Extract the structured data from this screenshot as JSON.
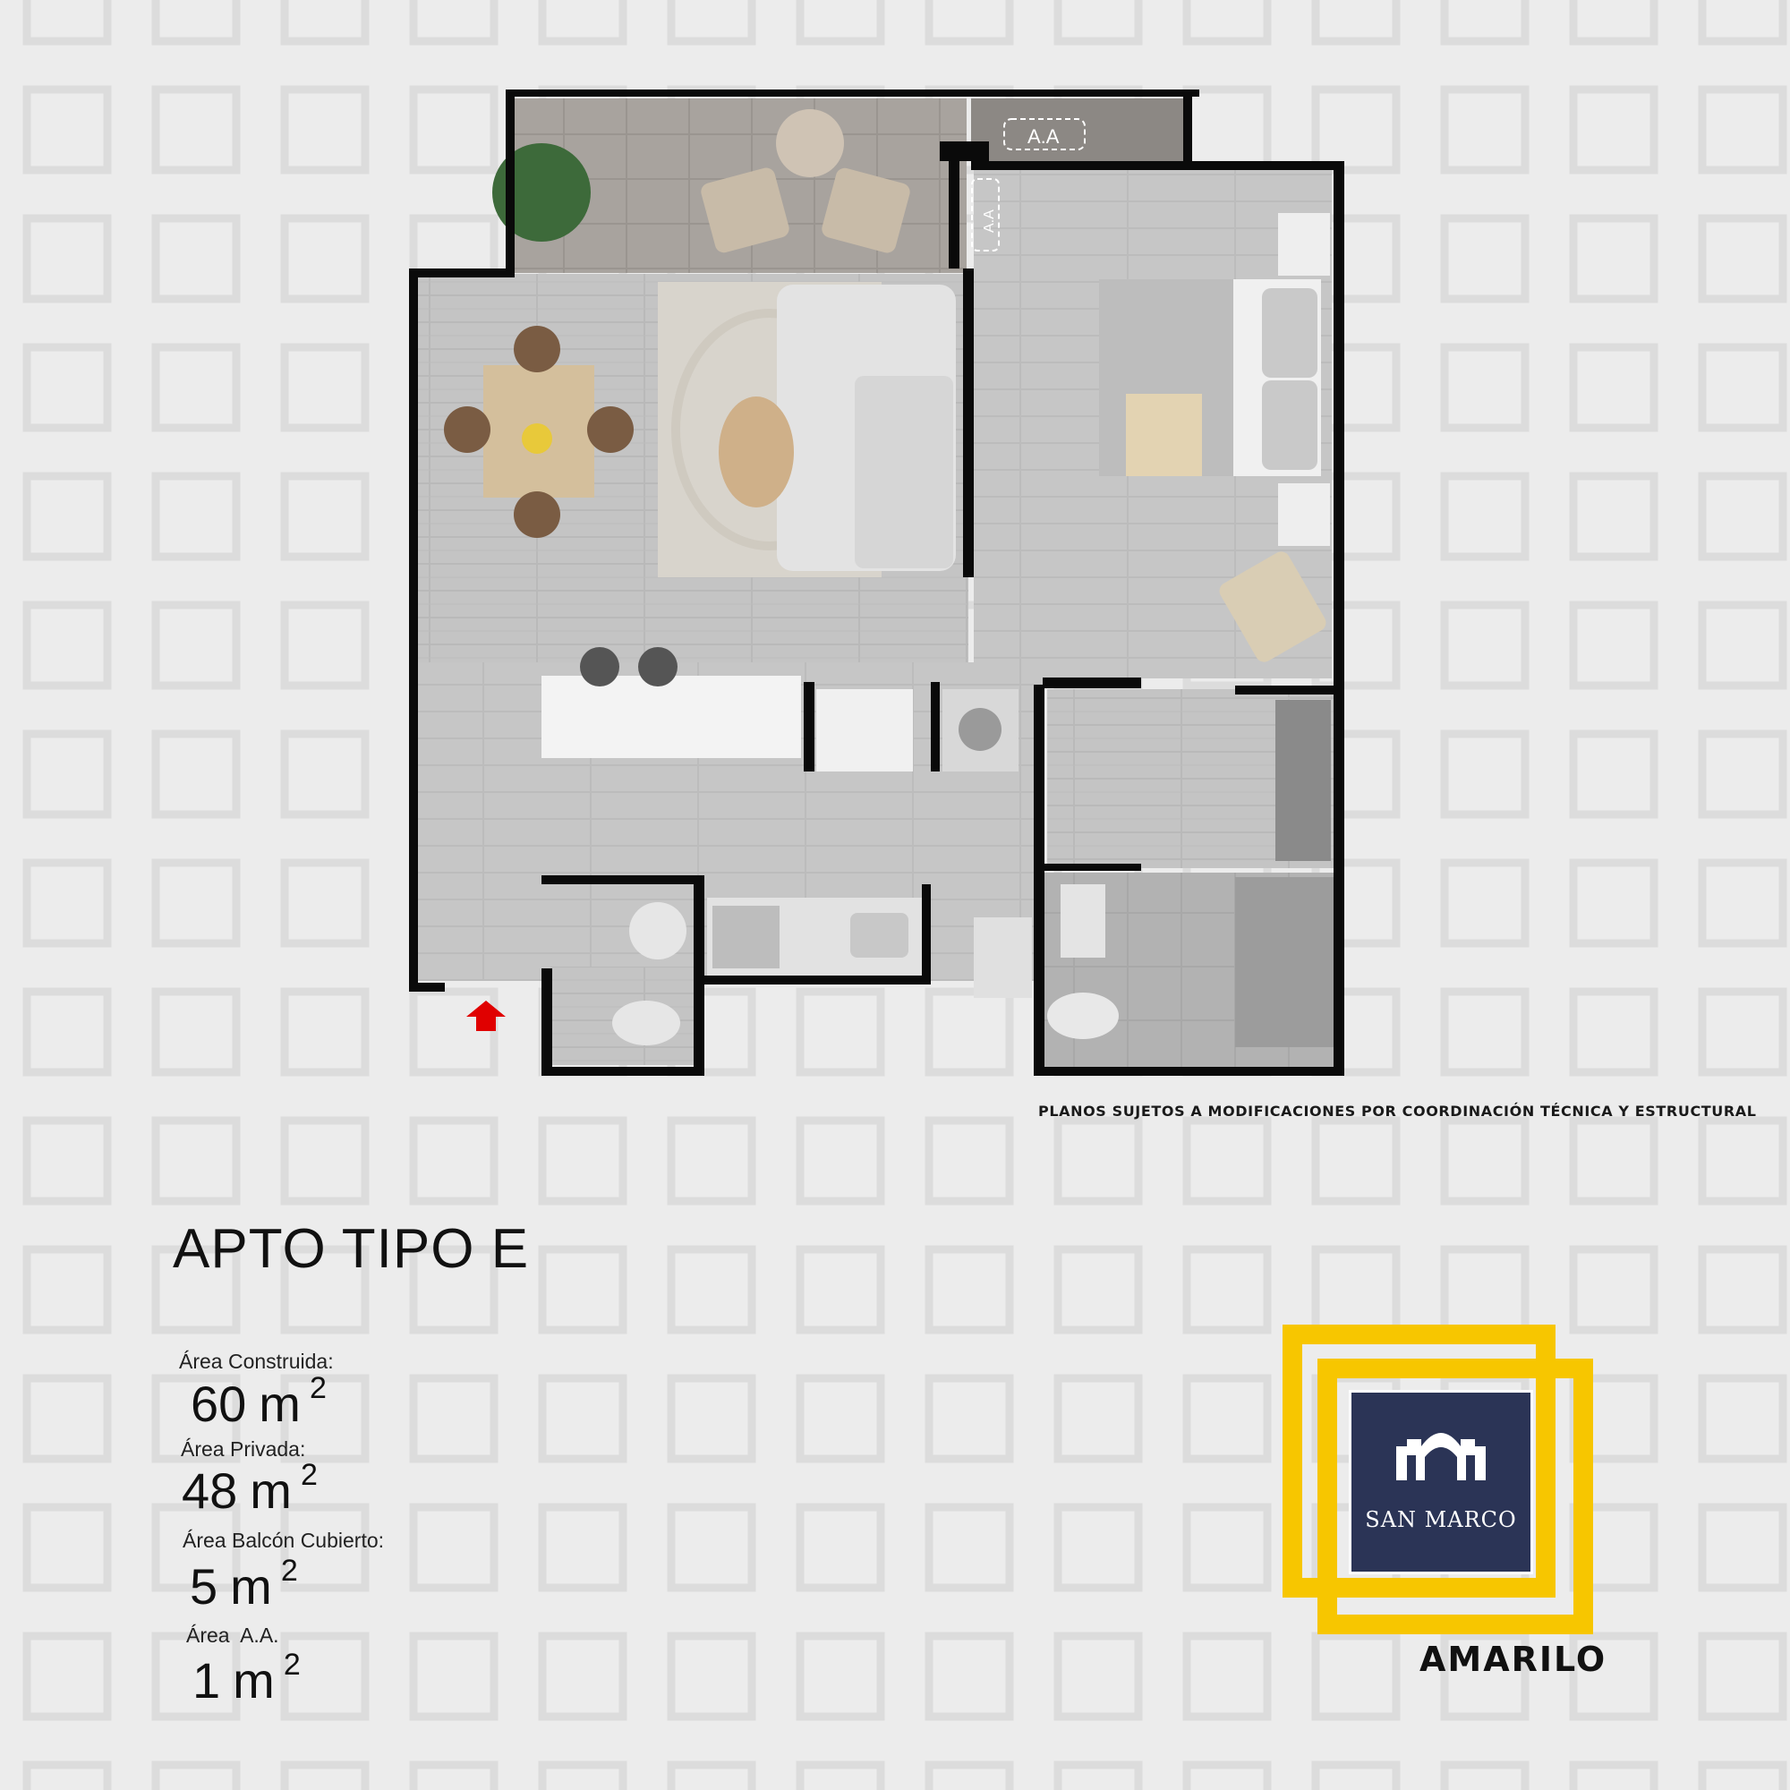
{
  "plan": {
    "aa_label_balcony": "A.A",
    "aa_label_vertical": "A.A",
    "entrance_marker": "entrance-arrow",
    "accent_color": "#e00000"
  },
  "disclaimer": "PLANOS SUJETOS A MODIFICACIONES POR COORDINACIÓN TÉCNICA Y ESTRUCTURAL",
  "title": "APTO TIPO E",
  "areas": [
    {
      "label": "Área Construida:",
      "value": "60",
      "unit": "m",
      "exp": "2"
    },
    {
      "label": "Área Privada:",
      "value": "48",
      "unit": "m",
      "exp": "2"
    },
    {
      "label": "Área Balcón Cubierto:",
      "value": "5",
      "unit": "m",
      "exp": "2"
    },
    {
      "label": "Área  A.A.",
      "value": "1",
      "unit": "m",
      "exp": "2"
    }
  ],
  "logo": {
    "name": "SAN MARCO",
    "brand": "AMARILO",
    "navy": "#2b3456",
    "yellow": "#f7c600",
    "icon": "building-arch-icon"
  }
}
